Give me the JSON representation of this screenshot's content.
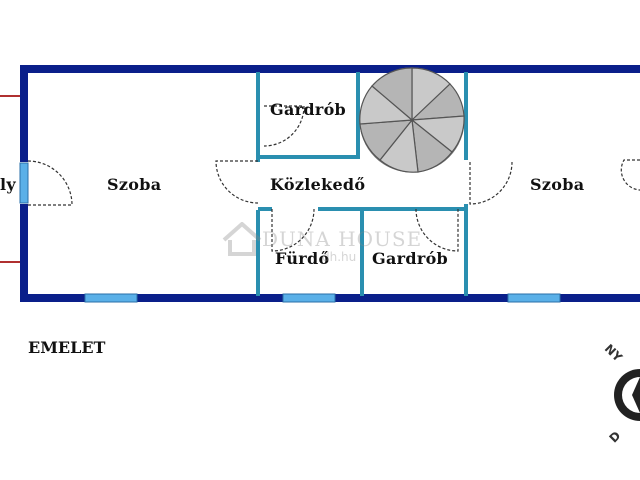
{
  "plan": {
    "rooms": [
      {
        "id": "szoba-left",
        "label": "Szoba"
      },
      {
        "id": "gardrob-top",
        "label": "Gardrób"
      },
      {
        "id": "kozlekedo",
        "label": "Közlekedő"
      },
      {
        "id": "szoba-right",
        "label": "Szoba"
      },
      {
        "id": "furdo",
        "label": "Fürdő"
      },
      {
        "id": "gardrob-bottom",
        "label": "Gardrób"
      },
      {
        "id": "edge-left",
        "label": "ly"
      }
    ],
    "floor_name": "EMELET",
    "watermark": {
      "brand": "DUNA HOUSE",
      "sub": "dh.hu"
    },
    "compass": {
      "north": "NY",
      "south": "D"
    },
    "colors": {
      "outer_wall": "#0a1f8a",
      "inner_wall": "#2a8fb0",
      "window": "#5ab0e8",
      "stair": "#555555"
    }
  }
}
